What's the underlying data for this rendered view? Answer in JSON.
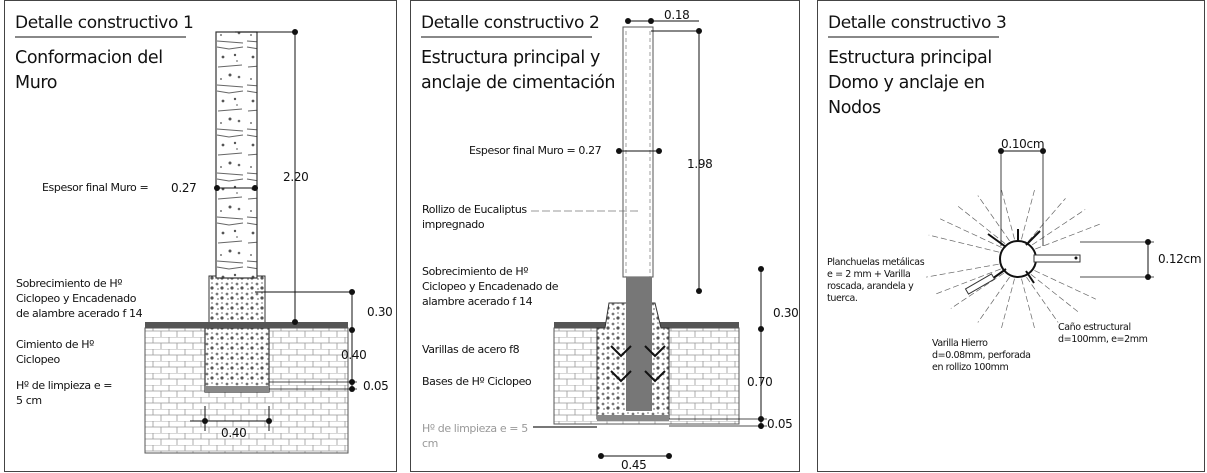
{
  "panel1": {
    "title": "Detalle constructivo 1",
    "subtitle_line1": "Conformacion del",
    "subtitle_line2": "Muro",
    "label_espesor": "Espesor final Muro =",
    "value_espesor": "0.27",
    "dim_height": "2.20",
    "label_sobrecimiento_1": "Sobrecimiento de  Hº",
    "label_sobrecimiento_2": "Ciclopeo y Encadenado",
    "label_sobrecimiento_3": "de alambre acerado f 14",
    "dim_sobrecimiento": "0.30",
    "label_cimiento_1": "Cimiento de  Hº",
    "label_cimiento_2": "Ciclopeo",
    "dim_cimiento": "0.40",
    "label_limpieza_1": "Hº de limpieza e =",
    "label_limpieza_2": "5 cm",
    "dim_limpieza": "0.05",
    "dim_base_width": "0.40"
  },
  "panel2": {
    "title": "Detalle constructivo 2",
    "subtitle_line1": "Estructura principal y",
    "subtitle_line2": "anclaje de cimentación",
    "dim_top": "0.18",
    "label_espesor": "Espesor final Muro = 0.27",
    "dim_height": "1.98",
    "label_rollizo_1": "Rollizo de Eucaliptus",
    "label_rollizo_2": "impregnado",
    "label_sobrecimiento_1": "Sobrecimiento de  Hº",
    "label_sobrecimiento_2": "Ciclopeo y Encadenado de",
    "label_sobrecimiento_3": "alambre acerado f 14",
    "dim_sobrecimiento": "0.30",
    "label_varillas": "Varillas de acero f8",
    "label_bases": "Bases de  Hº Ciclopeo",
    "dim_bases": "0.70",
    "label_limpieza_1": "Hº de limpieza e = 5",
    "label_limpieza_2": "cm",
    "dim_limpieza": "0.05",
    "dim_base_width": "0.45"
  },
  "panel3": {
    "title": "Detalle constructivo 3",
    "subtitle_line1": "Estructura principal",
    "subtitle_line2": "Domo y anclaje en",
    "subtitle_line3": "Nodos",
    "dim_top": "0.10cm",
    "dim_right": "0.12cm",
    "label_planchuelas_1": "Planchuelas metálicas",
    "label_planchuelas_2": "e = 2 mm + Varilla",
    "label_planchuelas_3": "roscada, arandela y",
    "label_planchuelas_4": "tuerca.",
    "label_cano_1": "Caño estructural",
    "label_cano_2": "d=100mm, e=2mm",
    "label_varilla_1": "Varilla Hierro",
    "label_varilla_2": "d=0.08mm, perforada",
    "label_varilla_3": "en rollizo 100mm"
  }
}
